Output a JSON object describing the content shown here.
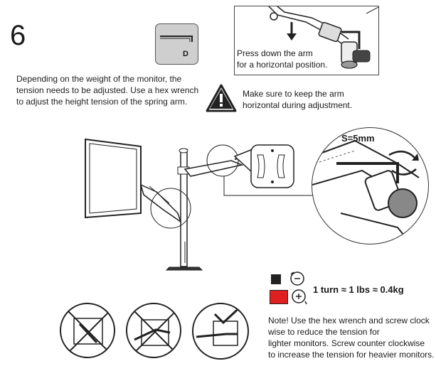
{
  "step": {
    "number": "6"
  },
  "intro": {
    "lines": [
      "Depending on the weight of the monitor, the",
      "tension needs to be adjusted. Use a hex wrench",
      "to adjust the height tension of the spring arm."
    ]
  },
  "tool": {
    "letter": "D"
  },
  "callout": {
    "lines": [
      "Press down the arm",
      "for a horizontal position."
    ]
  },
  "warning": {
    "lines": [
      "Make sure to keep the arm",
      "horizontal during adjustment."
    ]
  },
  "wrench_size": "S=5mm",
  "legend": {
    "increase": {
      "symbol": "+",
      "color": "#e02020"
    },
    "decrease": {
      "symbol": "−",
      "color": "#222222"
    },
    "turn_rate": "1 turn ≈ 1 lbs ≈ 0.4kg"
  },
  "note": {
    "lines": [
      "Note! Use the hex wrench and screw clock",
      "wise to reduce the tension for",
      "lighter monitors. Screw counter clockwise",
      "to increase the tension for heavier monitors."
    ]
  }
}
